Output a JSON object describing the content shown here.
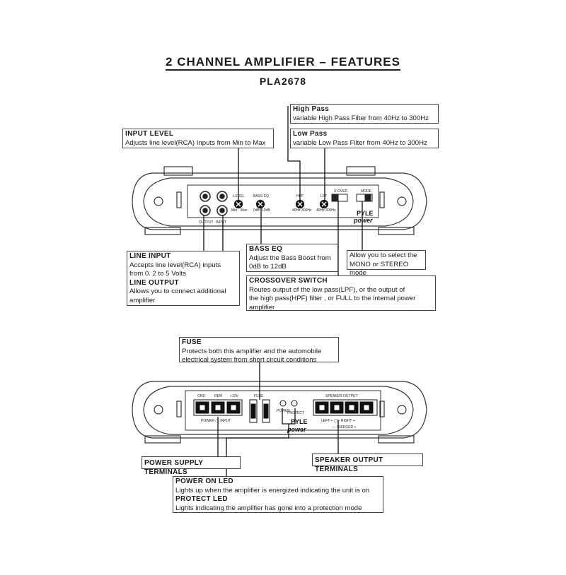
{
  "title": "2 CHANNEL AMPLIFIER – FEATURES",
  "model": "PLA2678",
  "callouts": {
    "high_pass": {
      "heading": "High Pass",
      "body": "variable High Pass Filter from 40Hz to 300Hz"
    },
    "low_pass": {
      "heading": "Low Pass",
      "body": "variable Low Pass Filter from 40Hz to 300Hz"
    },
    "input_level": {
      "heading": "INPUT LEVEL",
      "body": "Adjusts line level(RCA) Inputs from Min to Max"
    },
    "line_input": {
      "heading": "LINE INPUT",
      "body": "Accepts line level(RCA) inputs\nfrom 0. 2 to 5 Volts"
    },
    "line_output": {
      "heading": "LINE OUTPUT",
      "body": "Allows you to connect additional\namplifier"
    },
    "bass_eq": {
      "heading": "BASS EQ",
      "body": "Adjust the Bass Boost from\n0dB to 12dB"
    },
    "mode": {
      "body": "Allow you to select the\nMONO or STEREO mode"
    },
    "crossover": {
      "heading": "CROSSOVER SWITCH",
      "body": "Routes output of the  low pass(LPF), or the output of\nthe high pass(HPF) filter , or FULL to the internal power\namplifier"
    },
    "fuse": {
      "heading": "FUSE",
      "body": "Protects both this amplifier and the automobile\nelectrical system from short circuit conditions"
    },
    "power_supply": {
      "heading": "POWER SUPPLY TERMINALS"
    },
    "speaker_output": {
      "heading": "SPEAKER OUTPUT TERMINALS"
    },
    "power_led": {
      "heading": "POWER ON LED",
      "body": "Lights up when the amplifier is energized indicating the unit is on"
    },
    "protect_led": {
      "heading": "PROTECT LED",
      "body": "Lights indicating the amplifier has gone into a protection mode"
    }
  },
  "panel_top": {
    "output": "OUTPUT",
    "input": "INPUT",
    "level": "LEVEL",
    "level_min": "Min",
    "level_max": "Max",
    "bass_eq": "BASS EQ",
    "bass_0": "0dB",
    "bass_12": "12dB",
    "hpf": "HPF",
    "hpf_range": "40Hz 300Hz",
    "lpf": "LPF",
    "lpf_range": "40Hz 300Hz",
    "xover": "X-OVER",
    "mode": "MODE",
    "brand": "PYLE",
    "brand_sub": "power"
  },
  "panel_bottom": {
    "gnd": "GND",
    "rem": "REM",
    "plus12v": "+12V",
    "fuse": "FUSE",
    "power": "POWER",
    "protect": "PROTECT",
    "power_input": "POWER  ◯  INPUT",
    "speaker_output": "SPEAKER OUTPUT",
    "left_right": "LEFT +  ◯  -  RIGHT +",
    "bridged": "— BRIDGED +",
    "brand": "PYLE",
    "brand_sub": "power"
  }
}
